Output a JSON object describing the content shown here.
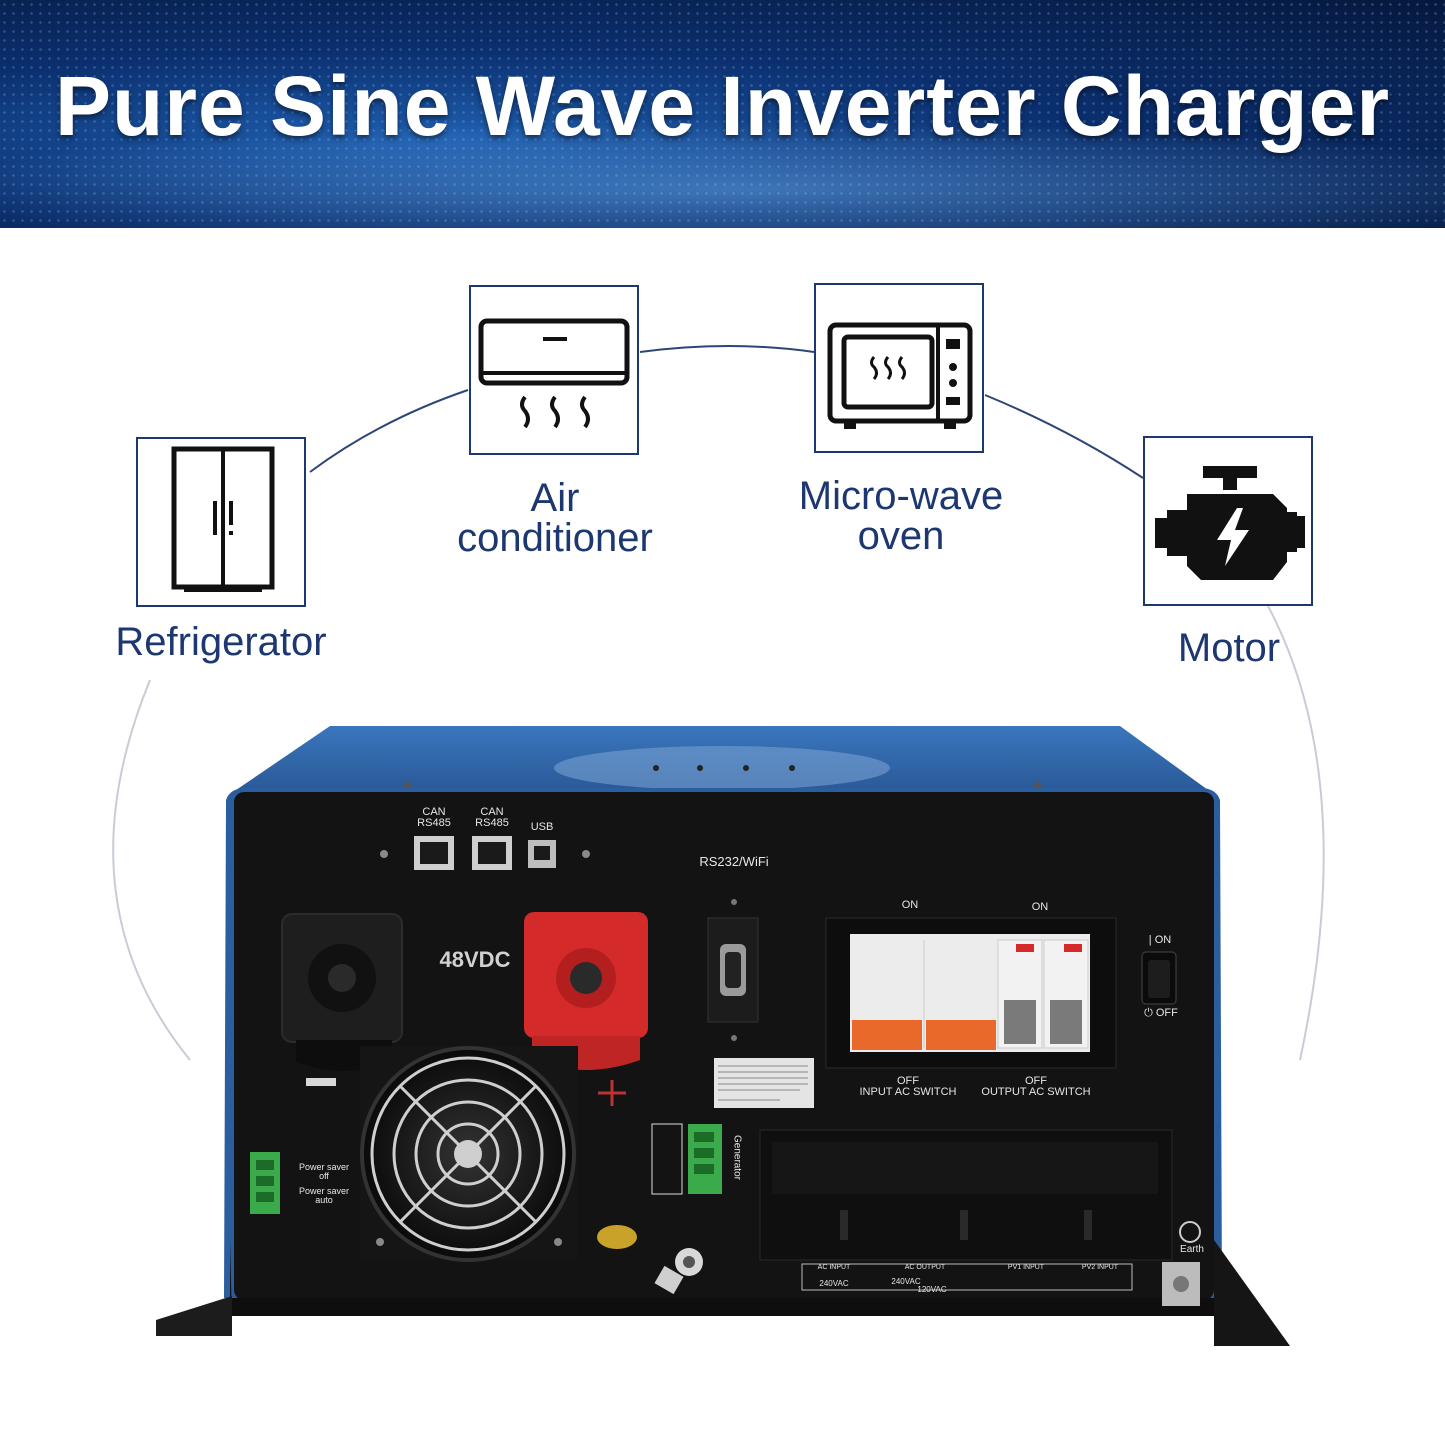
{
  "banner": {
    "title": "Pure Sine Wave Inverter Charger"
  },
  "appliances": [
    {
      "label": "Refrigerator",
      "icon": "refrigerator-icon"
    },
    {
      "label_line1": "Air",
      "label_line2": "conditioner",
      "icon": "air-conditioner-icon"
    },
    {
      "label_line1": "Micro-wave",
      "label_line2": "oven",
      "icon": "microwave-icon"
    },
    {
      "label": "Motor",
      "icon": "motor-icon"
    }
  ],
  "panel": {
    "can1_line1": "CAN",
    "can1_line2": "RS485",
    "can2_line1": "CAN",
    "can2_line2": "RS485",
    "usb": "USB",
    "rs232": "RS232/WiFi",
    "voltage": "48VDC",
    "on1": "ON",
    "on2": "ON",
    "off1": "OFF",
    "input_switch": "INPUT AC SWITCH",
    "off2": "OFF",
    "output_switch": "OUTPUT AC SWITCH",
    "power_on": "ON",
    "power_off": "OFF",
    "saver_off_1": "Power saver",
    "saver_off_2": "off",
    "saver_auto_1": "Power saver",
    "saver_auto_2": "auto",
    "generator": "Generator",
    "earth": "Earth",
    "terminals": [
      "AC INPUT",
      "AC OUTPUT",
      "PV1 INPUT",
      "PV2 INPUT"
    ],
    "terminal_sub": [
      "240VAC",
      "240VAC",
      "120VAC"
    ]
  },
  "colors": {
    "banner": "#0b2f6e",
    "label": "#1d3770",
    "chassis": "#2f6ab0",
    "panel": "#121212",
    "battery_pos": "#d42a2a"
  }
}
